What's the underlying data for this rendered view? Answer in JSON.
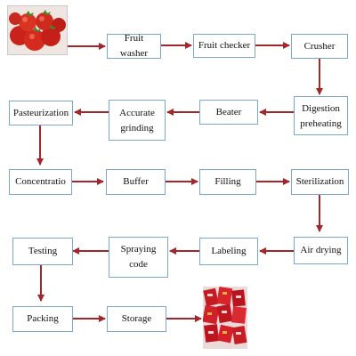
{
  "colors": {
    "arrow": "#a2262a",
    "box_border": "#7da7cf"
  },
  "steps": {
    "fruit_washer": "Fruit washer",
    "fruit_checker": "Fruit checker",
    "crusher": "Crusher",
    "digestion_preheating": "Digestion preheating",
    "beater": "Beater",
    "accurate_grinding": "Accurate grinding",
    "pasteurization": "Pasteurization",
    "concentration": "Concentratio",
    "buffer": "Buffer",
    "filling": "Filling",
    "sterilization": "Sterilization",
    "air_drying": "Air drying",
    "labeling": "Labeling",
    "spraying_code": "Spraying code",
    "testing": "Testing",
    "packing": "Packing",
    "storage": "Storage"
  },
  "images": {
    "top_left": "tomatoes-photo",
    "bottom_right": "packaged-product-photo"
  }
}
